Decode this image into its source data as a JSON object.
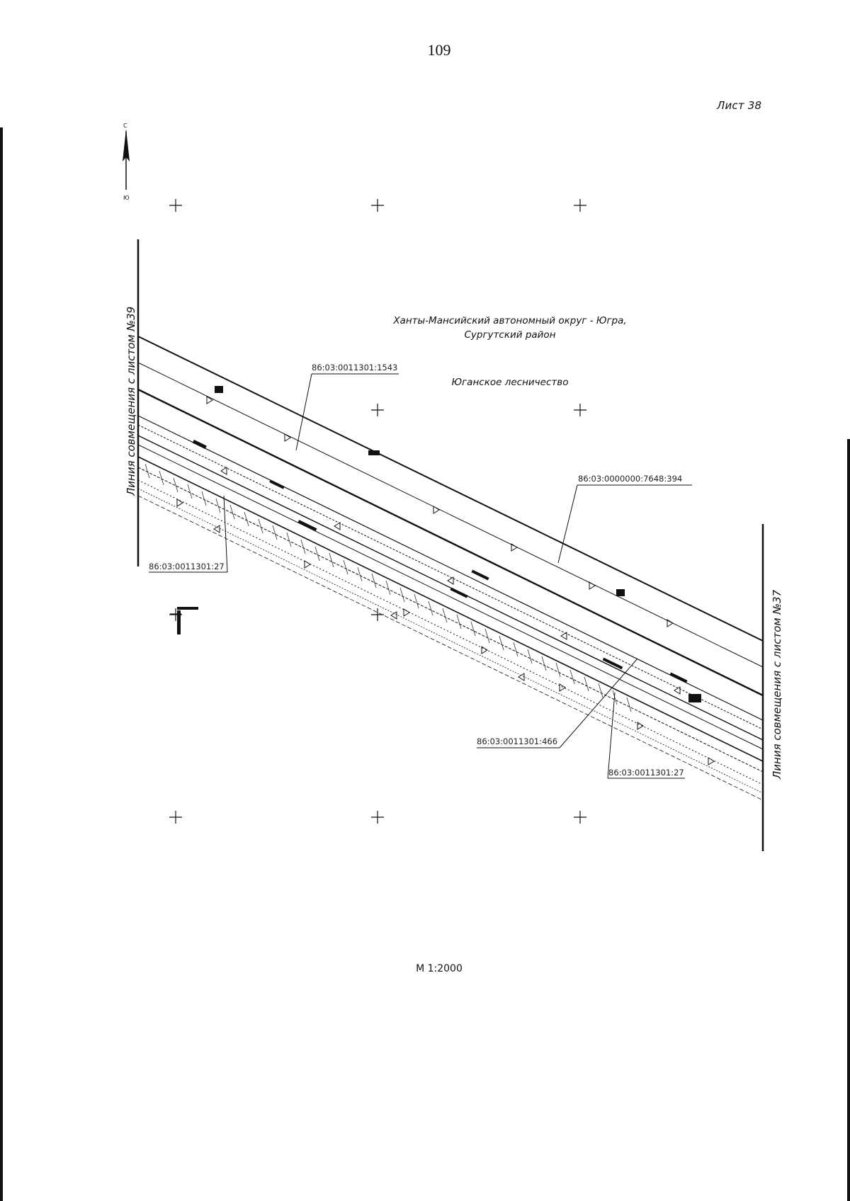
{
  "page_number": "109",
  "sheet_label": "Лист 38",
  "scale": "М 1:2000",
  "north_arrow": {
    "label": "С",
    "bottom_label": "Ю"
  },
  "region": {
    "line1": "Ханты-Мансийский автономный округ - Югра,",
    "line2": "Сургутский район"
  },
  "forestry": "Юганское лесничество",
  "match_lines": {
    "left": "Линия совмещения с листом №39",
    "right": "Линия совмещения с листом №37"
  },
  "parcels": {
    "p1543": "86:03:0011301:1543",
    "p394": "86:03:0000000:7648:394",
    "p27_left": "86:03:0011301:27",
    "p466": "86:03:0011301:466",
    "p27_right": "86:03:0011301:27"
  },
  "colors": {
    "ink": "#111111",
    "background": "#ffffff"
  }
}
